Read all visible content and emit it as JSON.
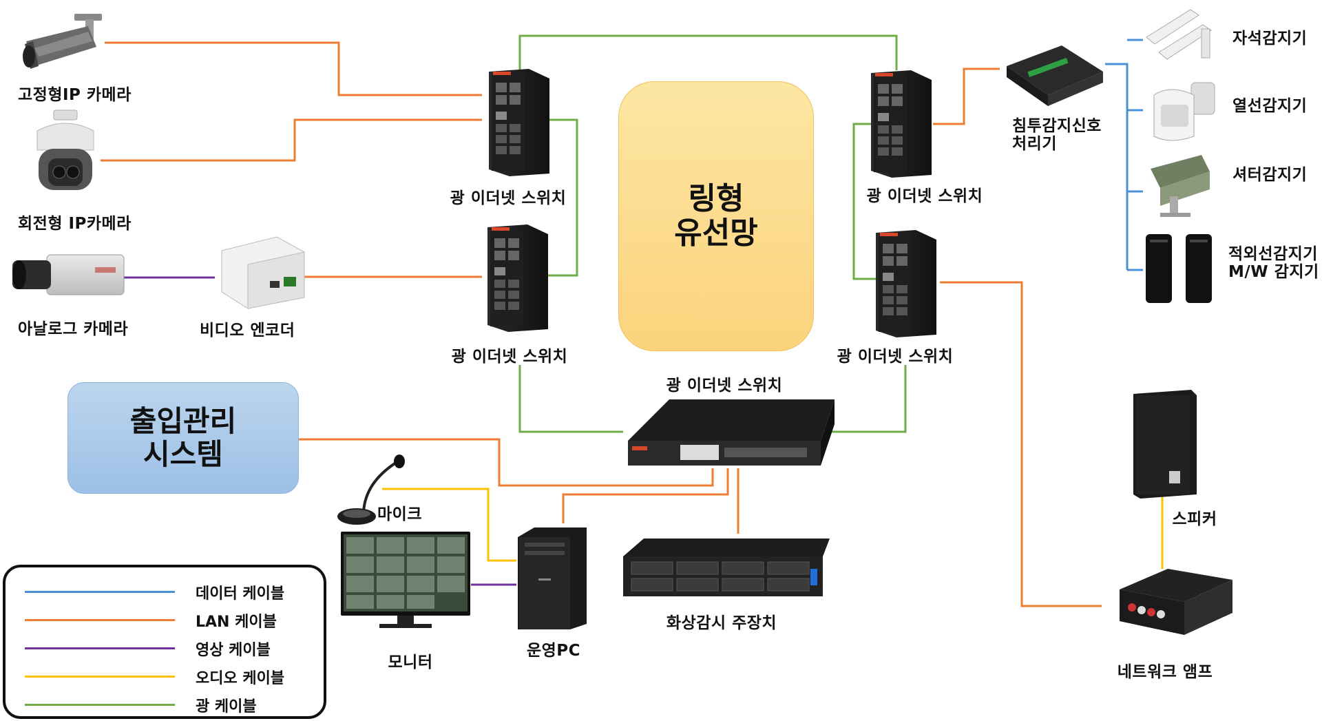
{
  "colors": {
    "data_cable": "#4a90d9",
    "lan_cable": "#ed7d31",
    "video_cable": "#7030a0",
    "audio_cable": "#ffc000",
    "fiber_cable": "#70ad47",
    "ring_box": "#fcd980",
    "access_box": "#a9c8ea"
  },
  "center": {
    "ring_line1": "링형",
    "ring_line2": "유선망",
    "access_line1": "출입관리",
    "access_line2": "시스템"
  },
  "devices": {
    "fixed_cam": "고정형IP 카메라",
    "ptz_cam": "회전형 IP카메라",
    "analog_cam": "아날로그 카메라",
    "encoder": "비디오 엔코더",
    "switch_tl": "광 이더넷 스위치",
    "switch_ml": "광 이더넷 스위치",
    "switch_tr": "광 이더넷 스위치",
    "switch_mr": "광 이더넷 스위치",
    "switch_core": "광 이더넷 스위치",
    "intrusion_line1": "침투감지신호",
    "intrusion_line2": "처리기",
    "sensor1": "자석감지기",
    "sensor2": "열선감지기",
    "sensor3": "셔터감지기",
    "sensor4_line1": "적외선감지기",
    "sensor4_line2": "M/W 감지기",
    "mic": "마이크",
    "monitor": "모니터",
    "pc": "운영PC",
    "nvr": "화상감시 주장치",
    "speaker": "스피커",
    "amp": "네트워크 앰프"
  },
  "legend": [
    {
      "label": "데이터 케이블",
      "color": "#4a90d9"
    },
    {
      "label": "LAN 케이블",
      "color": "#ed7d31"
    },
    {
      "label": "영상 케이블",
      "color": "#7030a0"
    },
    {
      "label": "오디오 케이블",
      "color": "#ffc000"
    },
    {
      "label": "광 케이블",
      "color": "#70ad47"
    }
  ],
  "icons": {
    "fixed_cam": "bullet-camera-icon",
    "ptz_cam": "ptz-dome-camera-icon",
    "analog_cam": "box-camera-icon",
    "encoder": "video-encoder-icon",
    "switch": "industrial-switch-icon",
    "core_switch": "rack-switch-icon",
    "intrusion": "signal-processor-icon",
    "magnet": "magnetic-sensor-icon",
    "pir": "pir-sensor-icon",
    "shutter": "shutter-sensor-icon",
    "ir": "ir-beam-sensor-icon",
    "mic": "microphone-icon",
    "monitor": "monitor-icon",
    "pc": "pc-tower-icon",
    "nvr": "nvr-server-icon",
    "speaker": "speaker-icon",
    "amp": "network-amp-icon"
  }
}
